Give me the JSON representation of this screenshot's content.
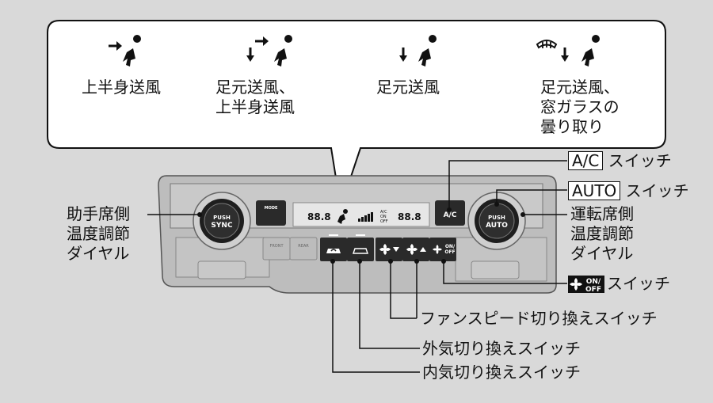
{
  "modes": [
    {
      "lines": [
        "上半身送風"
      ]
    },
    {
      "lines": [
        "足元送風、",
        "上半身送風"
      ]
    },
    {
      "lines": [
        "足元送風"
      ]
    },
    {
      "lines": [
        "足元送風、",
        "窓ガラスの",
        "曇り取り"
      ]
    }
  ],
  "labels": {
    "passenger_dial": [
      "助手席側",
      "温度調節",
      "ダイヤル"
    ],
    "driver_dial": [
      "運転席側",
      "温度調節",
      "ダイヤル"
    ],
    "ac_key": "A/C",
    "auto_key": "AUTO",
    "switch_suffix": "スイッチ",
    "fan_onoff_switch": "スイッチ",
    "fan_speed_switch": "ファンスピード切り換えスイッチ",
    "outside_air_switch": "外気切り換えスイッチ",
    "recirc_switch": "内気切り換えスイッチ"
  },
  "panel": {
    "left_knob": [
      "PUSH",
      "SYNC"
    ],
    "right_knob": [
      "PUSH",
      "AUTO"
    ],
    "mode_button": "MODE",
    "ac_button": "A/C",
    "fan_onoff_button": [
      "ON/",
      "OFF"
    ],
    "fan_onoff_icon_text": [
      "ON/",
      "OFF"
    ],
    "display_left_temp": "88.8",
    "display_right_temp": "88.8",
    "display_ac_text": [
      "A/C",
      "ON",
      "OFF"
    ],
    "front_defrost": "FRONT",
    "rear_defrost": "REAR"
  },
  "colors": {
    "background": "#d9d9d9",
    "panel": "#b8b8b8",
    "dark": "#2a2a2a"
  }
}
